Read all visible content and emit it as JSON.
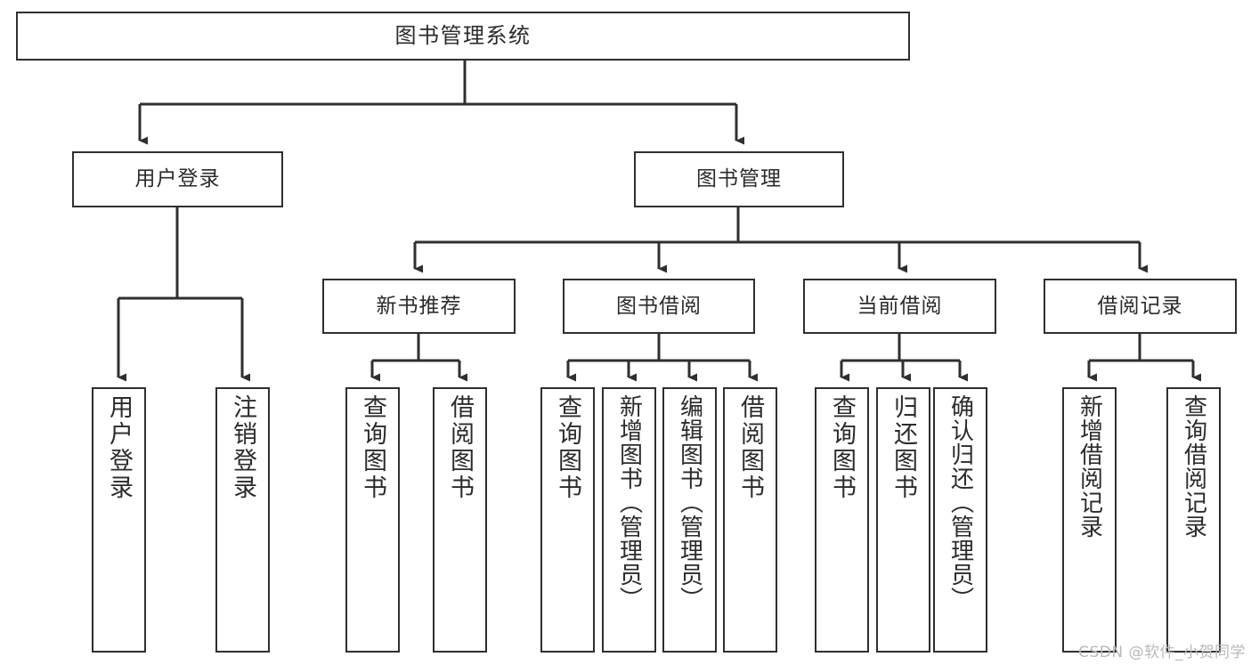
{
  "diagram": {
    "title": "图书管理系统",
    "watermark": "CSDN @软件_小贺同学",
    "edge_color": "#2f2f2f",
    "node_border_color": "#2f2f2f",
    "node_fill_color": "#ffffff",
    "text_color": "#2b2b2b"
  },
  "nodes": {
    "root": {
      "label": "图书管理系统"
    },
    "level1": [
      {
        "id": "user-login",
        "label": "用户登录"
      },
      {
        "id": "book-management",
        "label": "图书管理"
      }
    ],
    "level2": [
      {
        "id": "new-book-recommend",
        "label": "新书推荐"
      },
      {
        "id": "book-borrow",
        "label": "图书借阅"
      },
      {
        "id": "current-borrow",
        "label": "当前借阅"
      },
      {
        "id": "borrow-record",
        "label": "借阅记录"
      }
    ],
    "leaves": {
      "user_login": [
        {
          "id": "leaf-user-login",
          "label": "用户登录"
        },
        {
          "id": "leaf-logout",
          "label": "注销登录"
        }
      ],
      "new_book_recommend": [
        {
          "id": "leaf-query-book-1",
          "label": "查询图书"
        },
        {
          "id": "leaf-borrow-book-1",
          "label": "借阅图书"
        }
      ],
      "book_borrow": [
        {
          "id": "leaf-query-book-2",
          "label": "查询图书"
        },
        {
          "id": "leaf-add-book",
          "label": "新增图书（管理员）"
        },
        {
          "id": "leaf-edit-book",
          "label": "编辑图书（管理员）"
        },
        {
          "id": "leaf-borrow-book-2",
          "label": "借阅图书"
        }
      ],
      "current_borrow": [
        {
          "id": "leaf-query-book-3",
          "label": "查询图书"
        },
        {
          "id": "leaf-return-book",
          "label": "归还图书"
        },
        {
          "id": "leaf-confirm-return",
          "label": "确认归还（管理员）"
        }
      ],
      "borrow_record": [
        {
          "id": "leaf-add-record",
          "label": "新增借阅记录"
        },
        {
          "id": "leaf-query-record",
          "label": "查询借阅记录"
        }
      ]
    }
  }
}
